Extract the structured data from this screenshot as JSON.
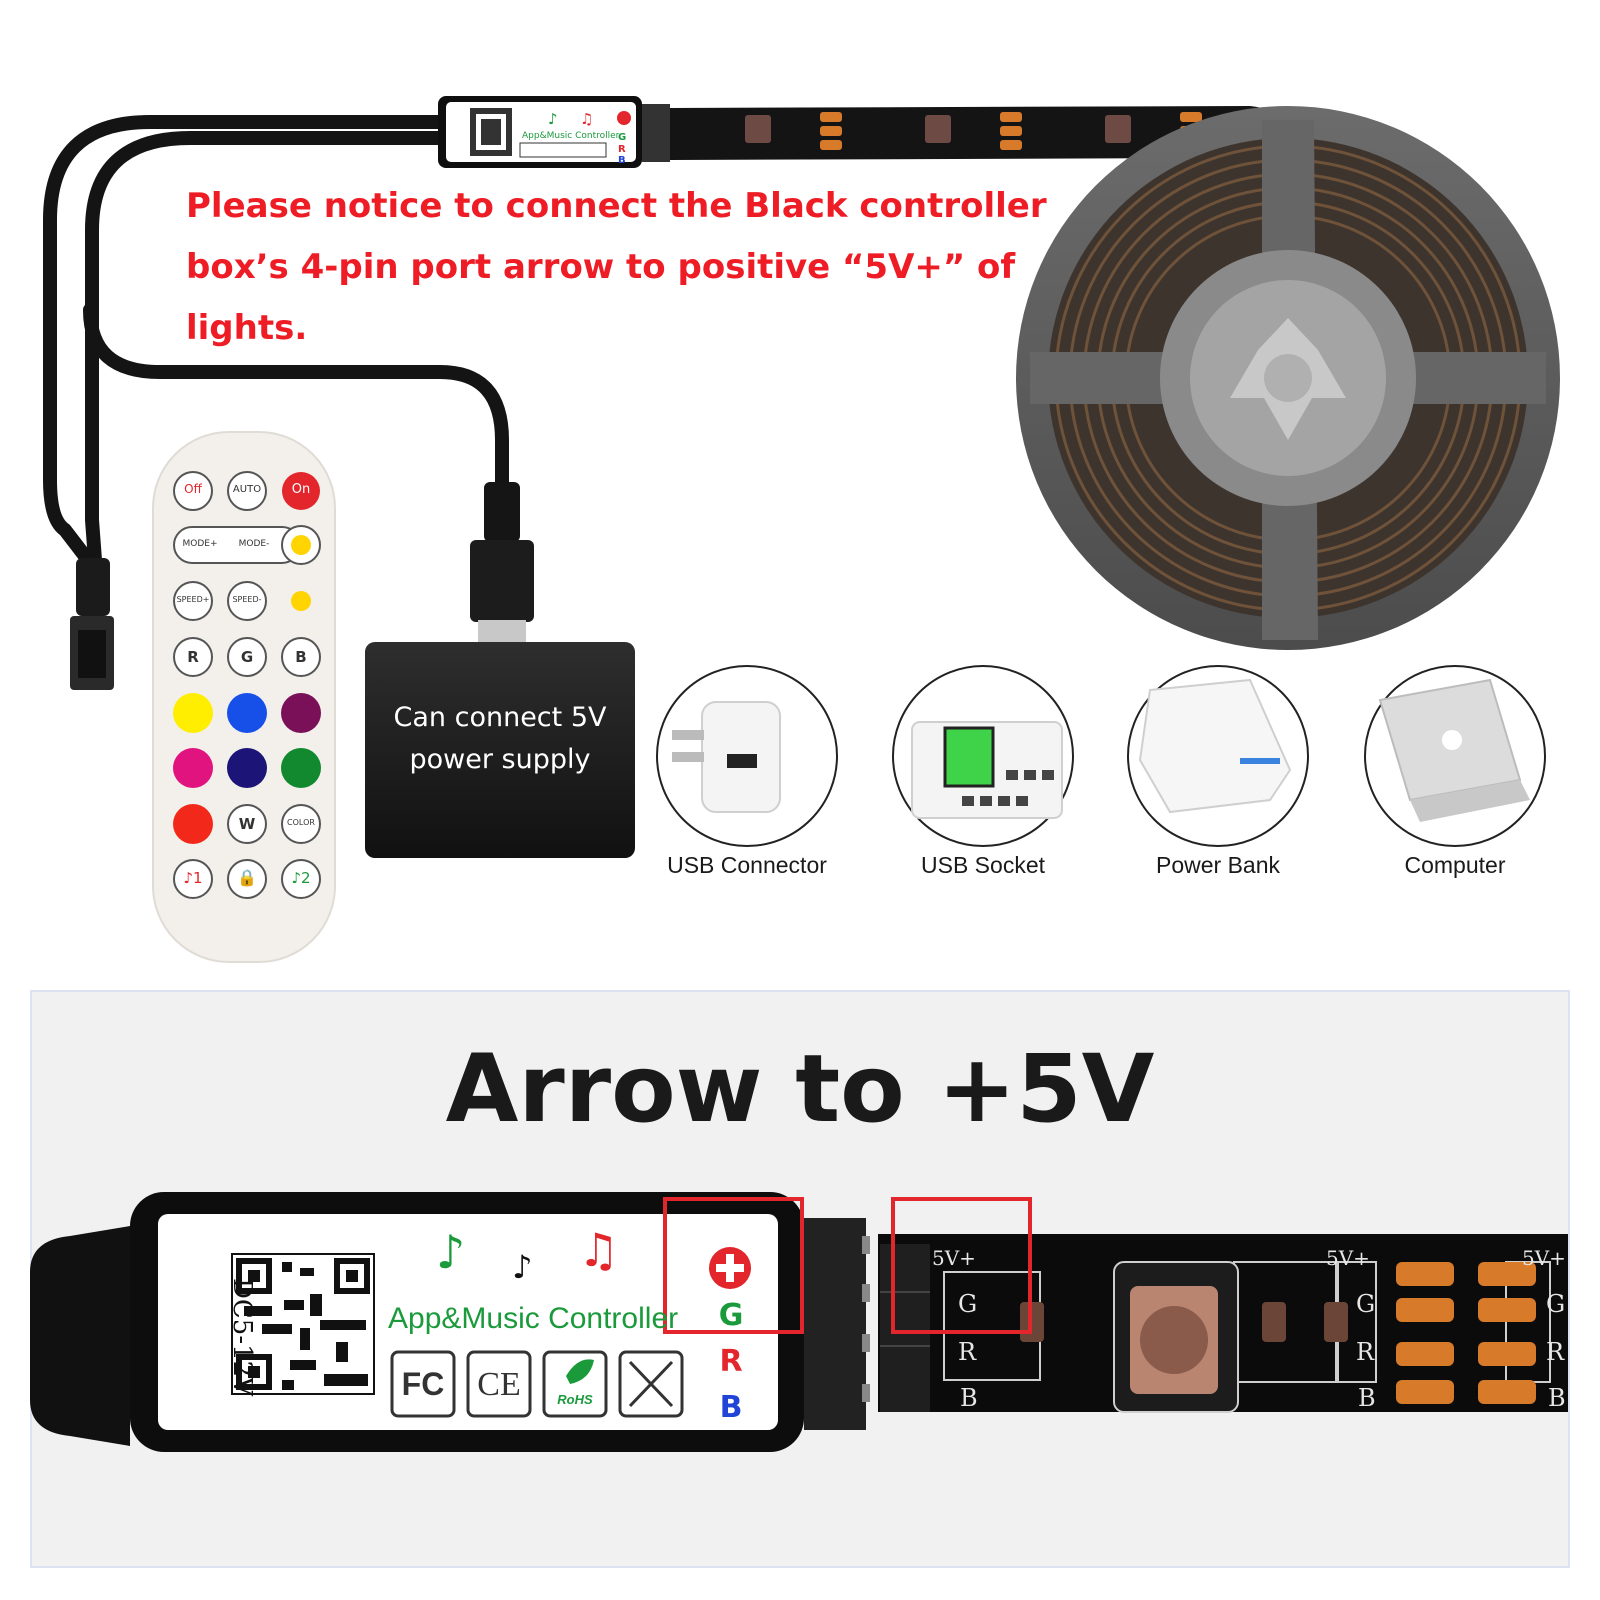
{
  "notice": {
    "line1": "Please notice to connect the Black controller",
    "line2": "box’s 4-pin port arrow to positive “5V+” of",
    "line3": "lights."
  },
  "hub": {
    "line1": "Can connect 5V",
    "line2": "power supply"
  },
  "power_sources": [
    {
      "label": "USB Connector",
      "icon": "usb-wall-adapter"
    },
    {
      "label": "USB Socket",
      "icon": "usb-charging-station"
    },
    {
      "label": "Power Bank",
      "icon": "power-bank"
    },
    {
      "label": "Computer",
      "icon": "laptop"
    }
  ],
  "remote": {
    "off": "Off",
    "auto": "AUTO",
    "on": "On",
    "mode_plus": "MODE+",
    "mode_minus": "MODE-",
    "speed_plus": "SPEED+",
    "speed_minus": "SPEED-",
    "r": "R",
    "g": "G",
    "b": "B",
    "w": "W",
    "color": "COLOR",
    "music1": "♪1",
    "music2": "♪2",
    "colors": [
      "#ffee00",
      "#1650e8",
      "#7a1057",
      "#e0137f",
      "#1c1577",
      "#12892e",
      "#f2291a"
    ]
  },
  "controller": {
    "voltage": "DC5-12V",
    "name": "App&Music Controller",
    "pins": [
      "G",
      "R",
      "B"
    ],
    "certs": [
      "FC",
      "CE",
      "RoHS"
    ]
  },
  "strip": {
    "pin_label": "5V+",
    "pins": [
      "G",
      "R",
      "B"
    ]
  },
  "bottom": {
    "title": "Arrow to +5V"
  },
  "colors": {
    "notice_red": "#ee1c25",
    "highlight_red": "#e2262b",
    "pin_green": "#1b9a3c",
    "pin_blue": "#1f44d6"
  }
}
